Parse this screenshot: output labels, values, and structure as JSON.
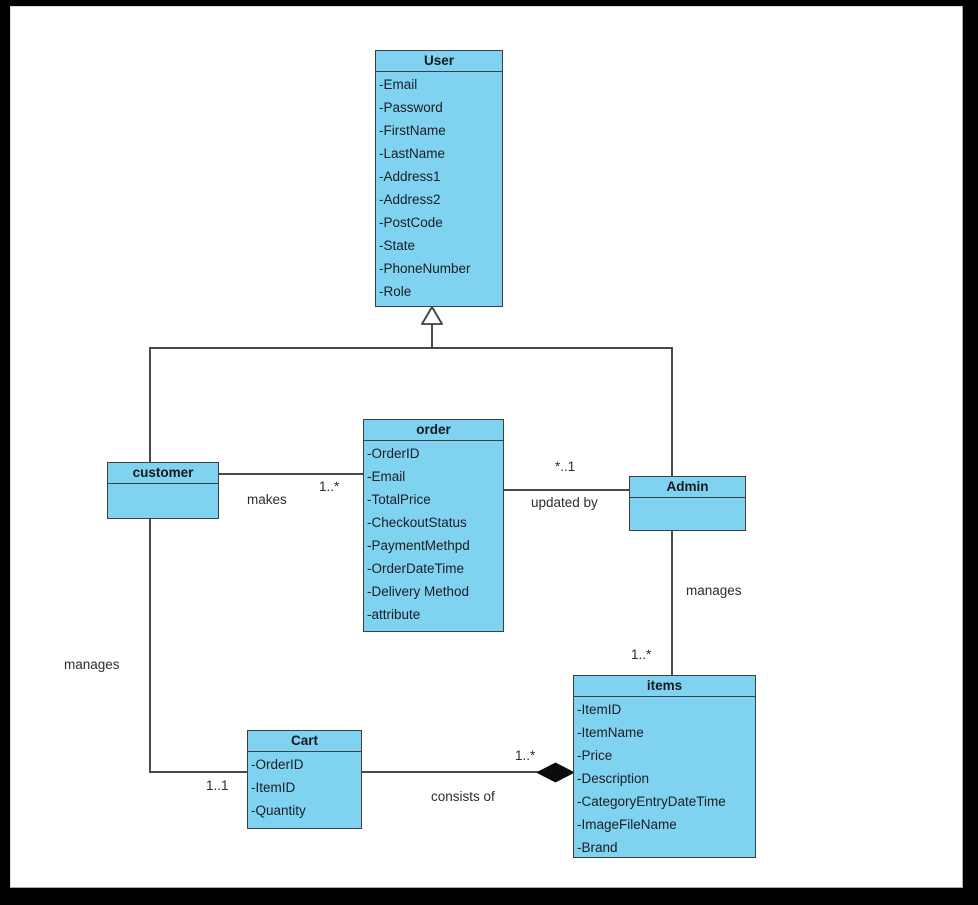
{
  "diagram": {
    "type": "uml-class-diagram",
    "colors": {
      "class_fill": "#7FD2F0",
      "class_border": "#3B4045",
      "line": "#4A4A4A",
      "background": "#FFFFFF",
      "frame": "#000000"
    },
    "classes": {
      "user": {
        "title": "User",
        "attributes": [
          "-Email",
          "-Password",
          "-FirstName",
          "-LastName",
          "-Address1",
          "-Address2",
          "-PostCode",
          "-State",
          "-PhoneNumber",
          "-Role"
        ]
      },
      "customer": {
        "title": "customer",
        "attributes": []
      },
      "order": {
        "title": "order",
        "attributes": [
          "-OrderID",
          "-Email",
          "-TotalPrice",
          "-CheckoutStatus",
          "-PaymentMethpd",
          "-OrderDateTime",
          "-Delivery Method",
          "-attribute"
        ]
      },
      "admin": {
        "title": "Admin",
        "attributes": []
      },
      "items": {
        "title": "items",
        "attributes": [
          "-ItemID",
          "-ItemName",
          "-Price",
          "-Description",
          "-CategoryEntryDateTime",
          "-ImageFileName",
          "-Brand"
        ]
      },
      "cart": {
        "title": "Cart",
        "attributes": [
          "-OrderID",
          "-ItemID",
          "-Quantity"
        ]
      }
    },
    "relationships": {
      "generalization": {
        "from": "customer / Admin",
        "to": "User"
      },
      "makes": {
        "label": "makes",
        "multiplicity": "1..*"
      },
      "updated_by": {
        "label": "updated by",
        "multiplicity": "*..1"
      },
      "admin_manages": {
        "label": "manages",
        "multiplicity": "1..*"
      },
      "customer_manages": {
        "label": "manages",
        "multiplicity": "1..1"
      },
      "consists_of": {
        "label": "consists of",
        "multiplicity": "1..*"
      }
    }
  }
}
